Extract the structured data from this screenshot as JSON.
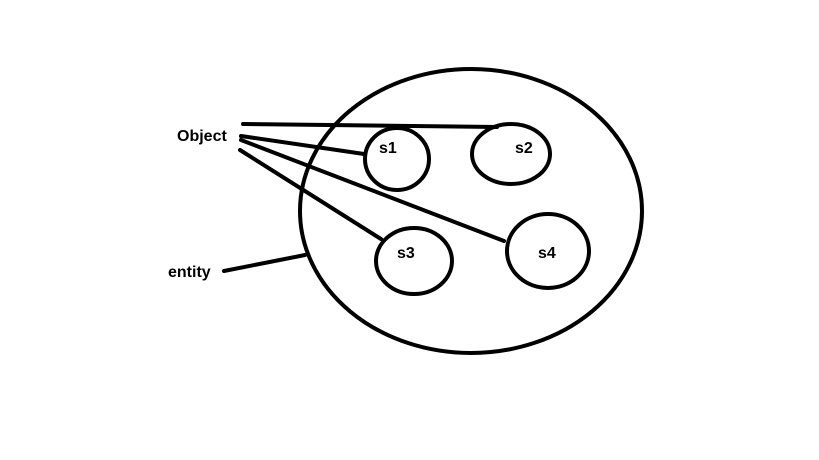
{
  "diagram": {
    "stroke_color": "#000000",
    "background_color": "#ffffff",
    "labels": {
      "object": "Object",
      "entity": "entity",
      "s1": "s1",
      "s2": "s2",
      "s3": "s3",
      "s4": "s4"
    },
    "connections": [
      {
        "from": "Object",
        "to": "s1"
      },
      {
        "from": "Object",
        "to": "s2"
      },
      {
        "from": "Object",
        "to": "s3"
      },
      {
        "from": "Object",
        "to": "s4"
      },
      {
        "from": "entity",
        "to": "outer-set"
      }
    ]
  }
}
